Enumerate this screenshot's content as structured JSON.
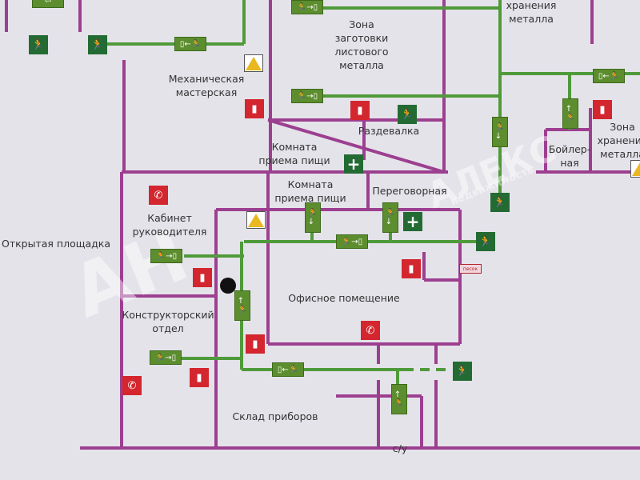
{
  "rooms": {
    "mech_workshop": [
      "Механическая",
      "мастерская"
    ],
    "blank_zone": [
      "Зона",
      "заготовки",
      "листового",
      "металла"
    ],
    "storage_top": [
      "хранения",
      "металла"
    ],
    "locker_room": "Раздевалка",
    "dining_1": [
      "Комната",
      "приема пищи"
    ],
    "dining_2": [
      "Комната",
      "приема пищи"
    ],
    "meeting_room": "Переговорная",
    "director_office": [
      "Кабинет",
      "руководителя"
    ],
    "open_area": "Открытая площадка",
    "design_dept": [
      "Конструкторский",
      "отдел"
    ],
    "office": "Офисное помещение",
    "instrument_storage": "Склад приборов",
    "wc": "с/у",
    "boiler": [
      "Бойлер-",
      "ная"
    ],
    "storage_right": [
      "Зона",
      "хранения",
      "металла"
    ]
  },
  "signs": {
    "sand_label": "песок"
  },
  "watermark": {
    "logo": "АН",
    "brand": "АЛЕКС",
    "tagline": "недвижимость"
  },
  "colors": {
    "wall": "#9c3f90",
    "evacuation_path": "#4f9a3a",
    "background": "#e5e3ea"
  }
}
